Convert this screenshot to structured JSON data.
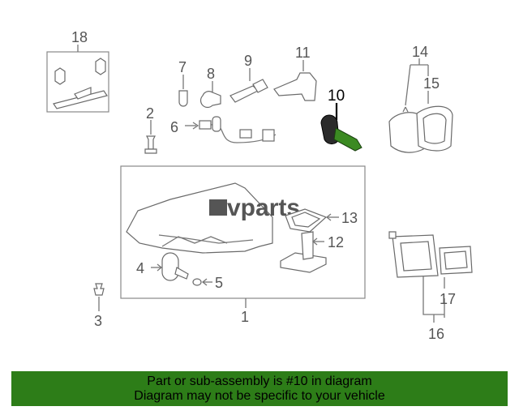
{
  "watermark": "vparts",
  "highlighted_part": "10",
  "callouts": [
    "1",
    "2",
    "3",
    "4",
    "5",
    "6",
    "7",
    "8",
    "9",
    "10",
    "11",
    "12",
    "13",
    "14",
    "15",
    "16",
    "17",
    "18"
  ],
  "banner": {
    "line1": "Part or sub-assembly is #10 in diagram",
    "line2": "Diagram may not be specific to your vehicle",
    "background": "#2d7d18"
  }
}
